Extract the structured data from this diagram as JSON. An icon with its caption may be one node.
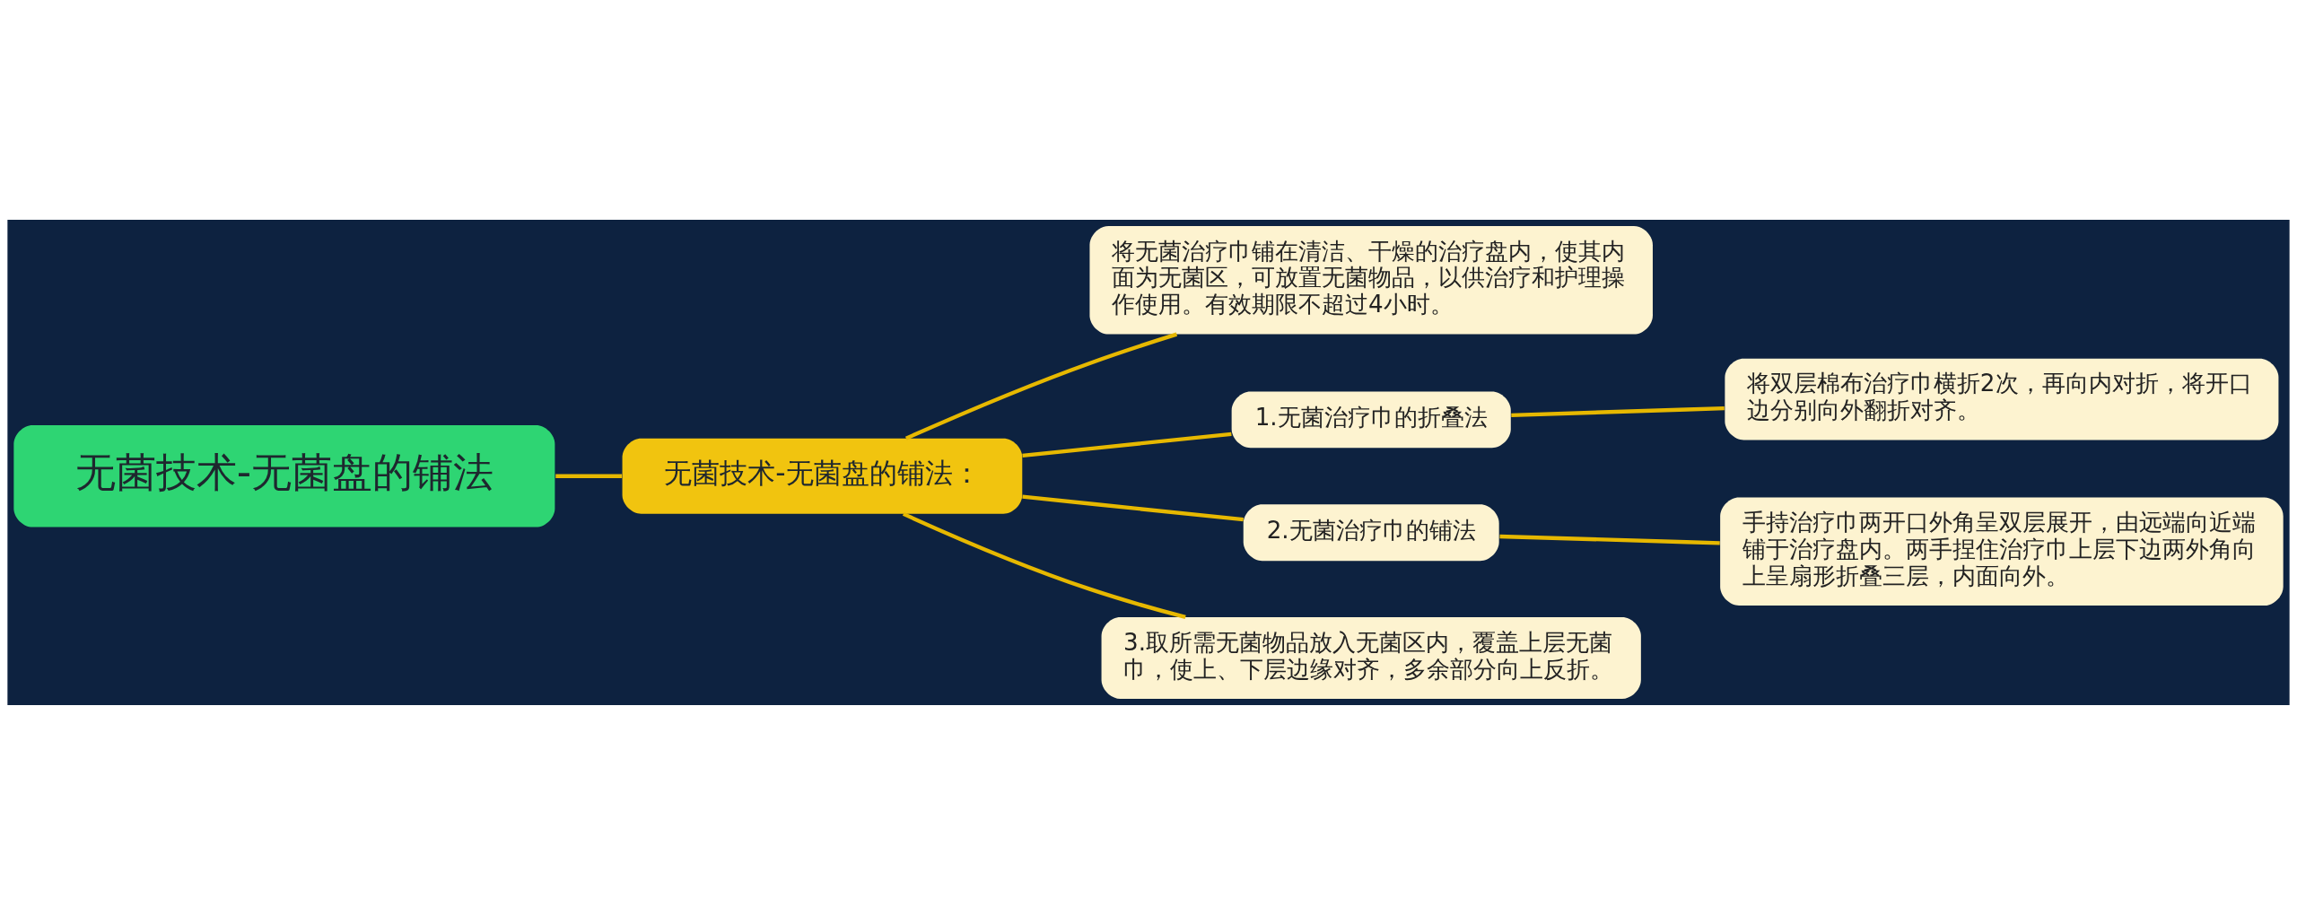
{
  "diagram": {
    "nodes": [
      {
        "text": [
          "无菌技术-无菌盘的铺法"
        ]
      },
      {
        "text": [
          "无菌技术-无菌盘的铺法："
        ]
      },
      {
        "text": [
          "将无菌治疗巾铺在清洁、干燥的治疗盘内，使其内面为无菌区，可放置无菌物品，以供治疗和护理操作使用。有效期限不超过4小时。"
        ]
      },
      {
        "text": [
          "1.无菌治疗巾的折叠法"
        ]
      },
      {
        "text": [
          "将双层棉布治疗巾横折2次，再向内对折，将开口边分别向外翻折对齐。"
        ]
      },
      {
        "text": [
          "2.无菌治疗巾的铺法"
        ]
      },
      {
        "text": [
          "手持治疗巾两开口外角呈双层展开，由远端向近端铺于治疗盘内。两手捏住治疗巾上层下边两外角向上呈扇形折叠三层，内面向外。"
        ]
      },
      {
        "text": [
          "3.取所需无菌物品放入无菌区内，覆盖上层无菌巾，使上、下层边缘对齐，多余部分向上反折。"
        ]
      }
    ],
    "edges": [
      {
        "from": 0,
        "to": 1,
        "arrow": "none"
      },
      {
        "from": 1,
        "to": 2,
        "arrow": "none"
      },
      {
        "from": 1,
        "to": 3,
        "arrow": "none"
      },
      {
        "from": 3,
        "to": 4,
        "arrow": "none"
      },
      {
        "from": 1,
        "to": 5,
        "arrow": "none"
      },
      {
        "from": 5,
        "to": 6,
        "arrow": "none"
      },
      {
        "from": 1,
        "to": 7,
        "arrow": "none"
      }
    ]
  }
}
